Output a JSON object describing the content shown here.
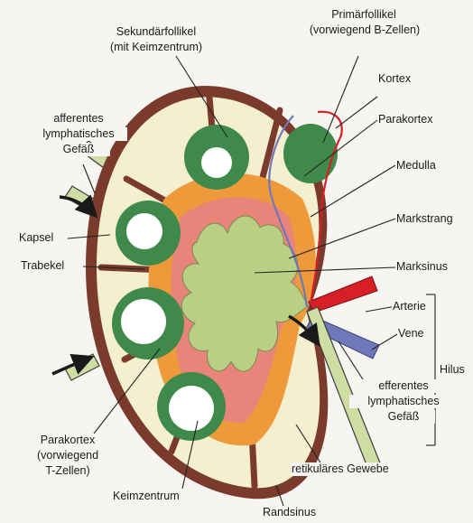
{
  "labels": {
    "sekundaerfollikel": "Sekundärfollikel",
    "sekundaerfollikel_sub": "(mit Keimzentrum)",
    "primaerfollikel": "Primärfollikel",
    "primaerfollikel_sub": "(vorwiegend B-Zellen)",
    "kortex": "Kortex",
    "parakortex_right": "Parakortex",
    "medulla": "Medulla",
    "markstrang": "Markstrang",
    "marksinus": "Marksinus",
    "arterie": "Arterie",
    "vene": "Vene",
    "hilus": "Hilus",
    "efferentes_1": "efferentes",
    "efferentes_2": "lymphatisches",
    "efferentes_3": "Gefäß",
    "retikulaeres": "retikuläres Gewebe",
    "randsinus": "Randsinus",
    "keimzentrum": "Keimzentrum",
    "parakortex_left_1": "Parakortex",
    "parakortex_left_2": "(vorwiegend",
    "parakortex_left_3": "T-Zellen)",
    "trabekel": "Trabekel",
    "kapsel": "Kapsel",
    "afferentes_1": "afferentes",
    "afferentes_2": "lymphatisches",
    "afferentes_3": "Gefäß"
  },
  "colors": {
    "capsule": "#7a3a2c",
    "sinus": "#f3efcf",
    "follicle": "#3f8a4a",
    "germinal_center": "#ffffff",
    "paracortex": "#ef9a3a",
    "medullary_cord": "#e8847a",
    "medulla": "#b9cf83",
    "artery": "#d61f26",
    "vein": "#6f78b8",
    "leader_line": "#222222"
  }
}
